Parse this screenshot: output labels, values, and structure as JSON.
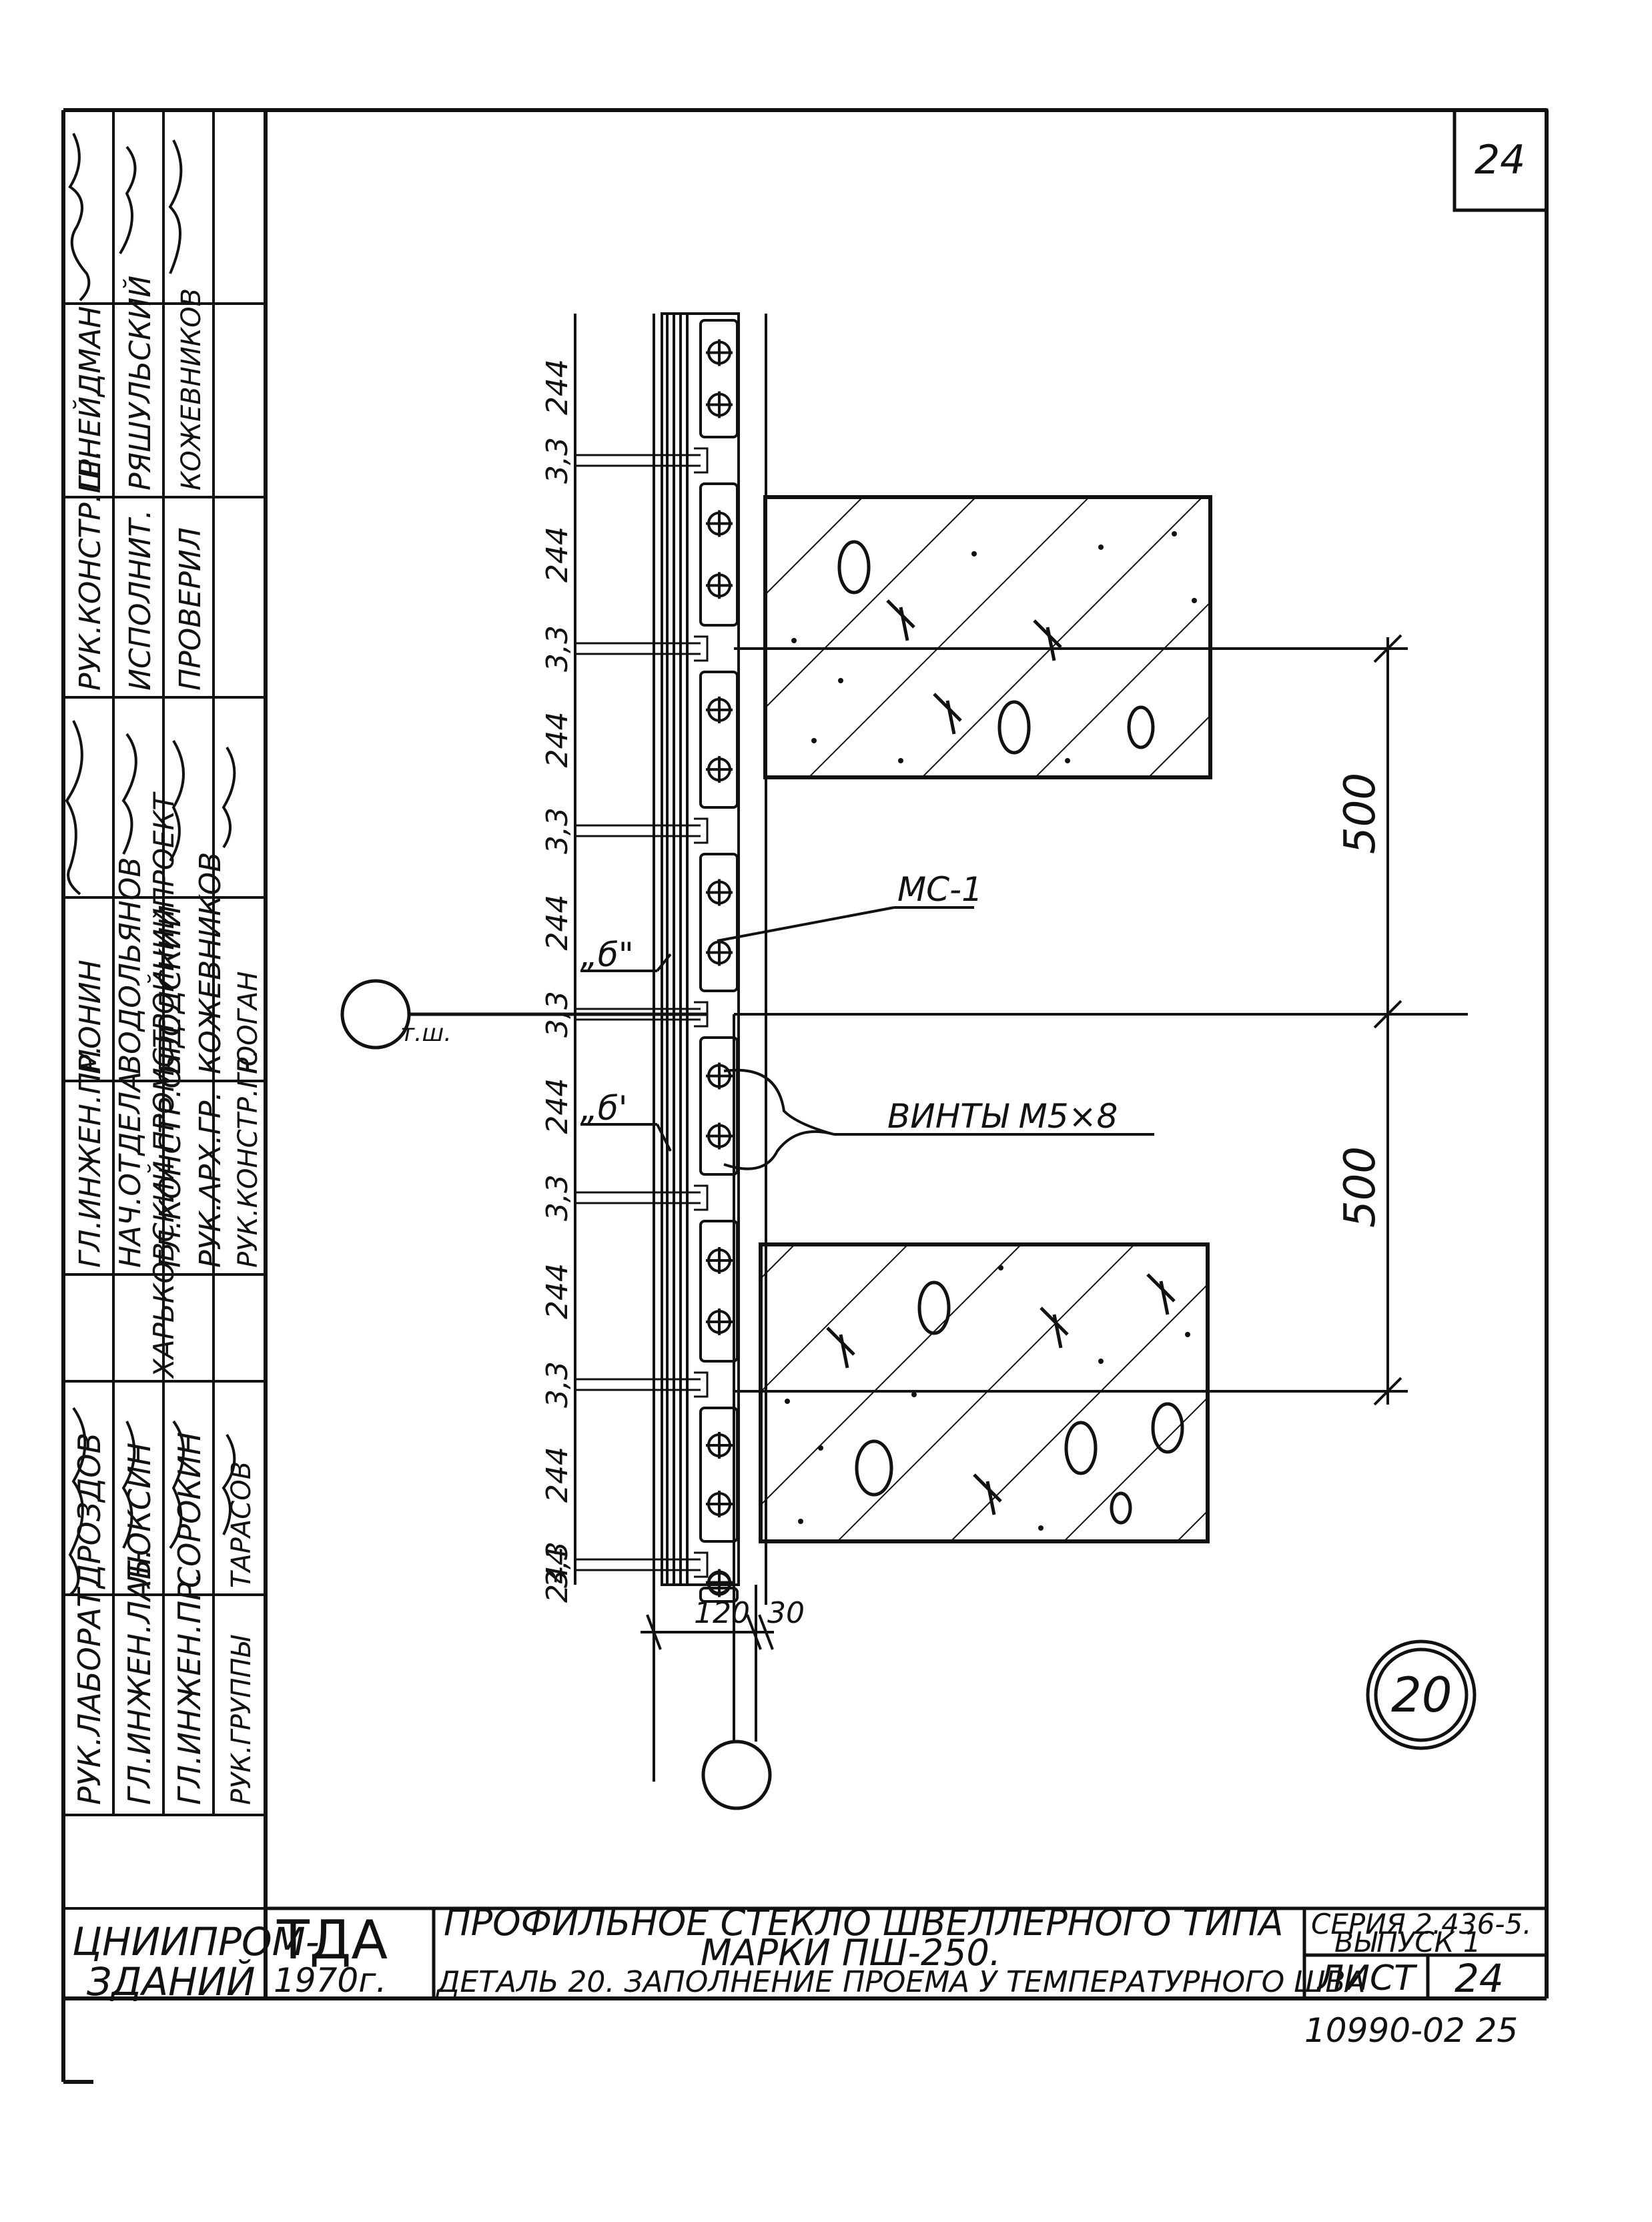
{
  "sheet": {
    "page_number_top": "24",
    "bottom_code": "10990-02 25",
    "organization_side": "ХАРЬКОВСКИЙ ПРОМСТРОЙНИИПРОЕКТ",
    "institute": [
      "ЦНИИПРОМ-",
      "ЗДАНИЙ"
    ],
    "tda": "ТДА",
    "year": "1970г.",
    "title_line1": "ПРОФИЛЬНОЕ СТЕКЛО ШВЕЛЛЕРНОГО ТИПА",
    "title_line2": "МАРКИ ПШ-250.",
    "title_line3": "ДЕТАЛЬ 20. ЗАПОЛНЕНИЕ ПРОЕМА У ТЕМПЕРАТУРНОГО ШВА",
    "series": "СЕРИЯ 2.436-5.",
    "issue": "ВЫПУСК 1",
    "sheet_label": "ЛИСТ",
    "sheet_number": "24"
  },
  "stamp_columns": [
    {
      "roles": [
        "РУК.ЛАБОРАТ.",
        "ГЛ.ИНЖЕН.ЛАБ.",
        "ГЛ.ИНЖЕН.ПР.",
        "РУК.ГРУППЫ"
      ],
      "names": [
        "ДРОЗДОВ",
        "ЛЮКСИН",
        "СОРОКИН",
        "ТАРАСОВ"
      ]
    },
    {
      "roles": [
        "ГЛ.ИНЖЕН.ПР.",
        "НАЧ.ОТДЕЛА",
        "ГЛ.КОНСТР.ОТД.",
        "РУК.АРХ.ГР.",
        "РУК.КОНСТР.ГР."
      ],
      "names": [
        "МОНИН",
        "ВОДОЛЬЯНОВ",
        "БРОДСКИЙ",
        "КОЖЕВНИКОВ",
        "ЮОГАН"
      ]
    },
    {
      "roles": [
        "РУК.КОНСТР.ГР.",
        "ИСПОЛНИТ.",
        "ПРОВЕРИЛ"
      ],
      "names": [
        "ШНЕЙДМАН",
        "РЯШУЛЬСКИЙ",
        "КОЖЕВНИКОВ"
      ]
    }
  ],
  "drawing": {
    "module_labels": [
      "244",
      "3,3",
      "244",
      "3,3",
      "244",
      "3,3",
      "244",
      "3,3",
      "244",
      "3,3",
      "244",
      "3,3",
      "244",
      "3,3",
      "244"
    ],
    "dimension_500_a": "500",
    "dimension_500_b": "500",
    "dim_120": "120",
    "dim_30": "30",
    "label_mc1": "МС-1",
    "label_b2": "„б\"",
    "label_b1": "„б'",
    "label_screws": "ВИНТЫ М5×8",
    "label_tsh": "т.ш.",
    "detail_number": "20"
  }
}
